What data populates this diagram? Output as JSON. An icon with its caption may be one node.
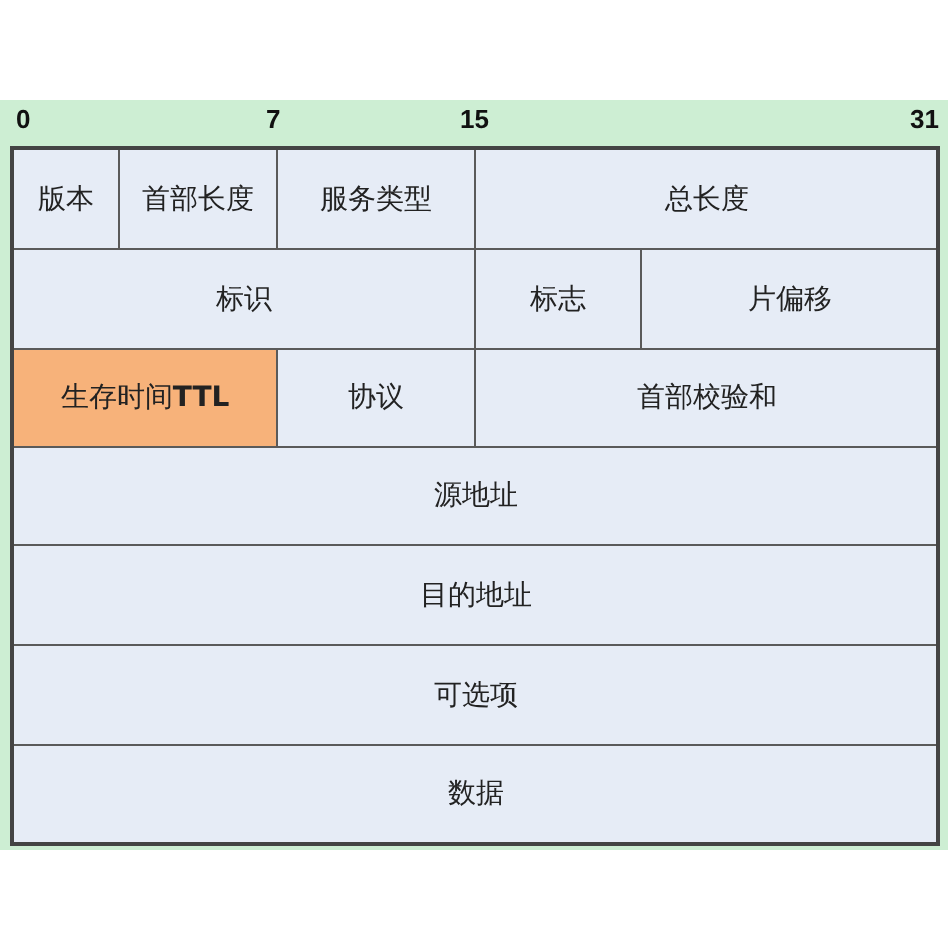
{
  "diagram": {
    "nodes": [
      {
        "text": [
          "版本"
        ]
      },
      {
        "text": [
          "首部长度"
        ]
      },
      {
        "text": [
          "服务类型"
        ]
      },
      {
        "text": [
          "总长度"
        ]
      },
      {
        "text": [
          "标识"
        ]
      },
      {
        "text": [
          "标志"
        ]
      },
      {
        "text": [
          "片偏移"
        ]
      },
      {
        "text": [
          "生存时间**TTL**"
        ]
      },
      {
        "text": [
          "协议"
        ]
      },
      {
        "text": [
          "首部校验和"
        ]
      },
      {
        "text": [
          "源地址"
        ]
      },
      {
        "text": [
          "目的地址"
        ]
      },
      {
        "text": [
          "可选项"
        ]
      },
      {
        "text": [
          "数据"
        ]
      }
    ],
    "labels": [
      "0",
      "7",
      "15",
      "31"
    ]
  }
}
